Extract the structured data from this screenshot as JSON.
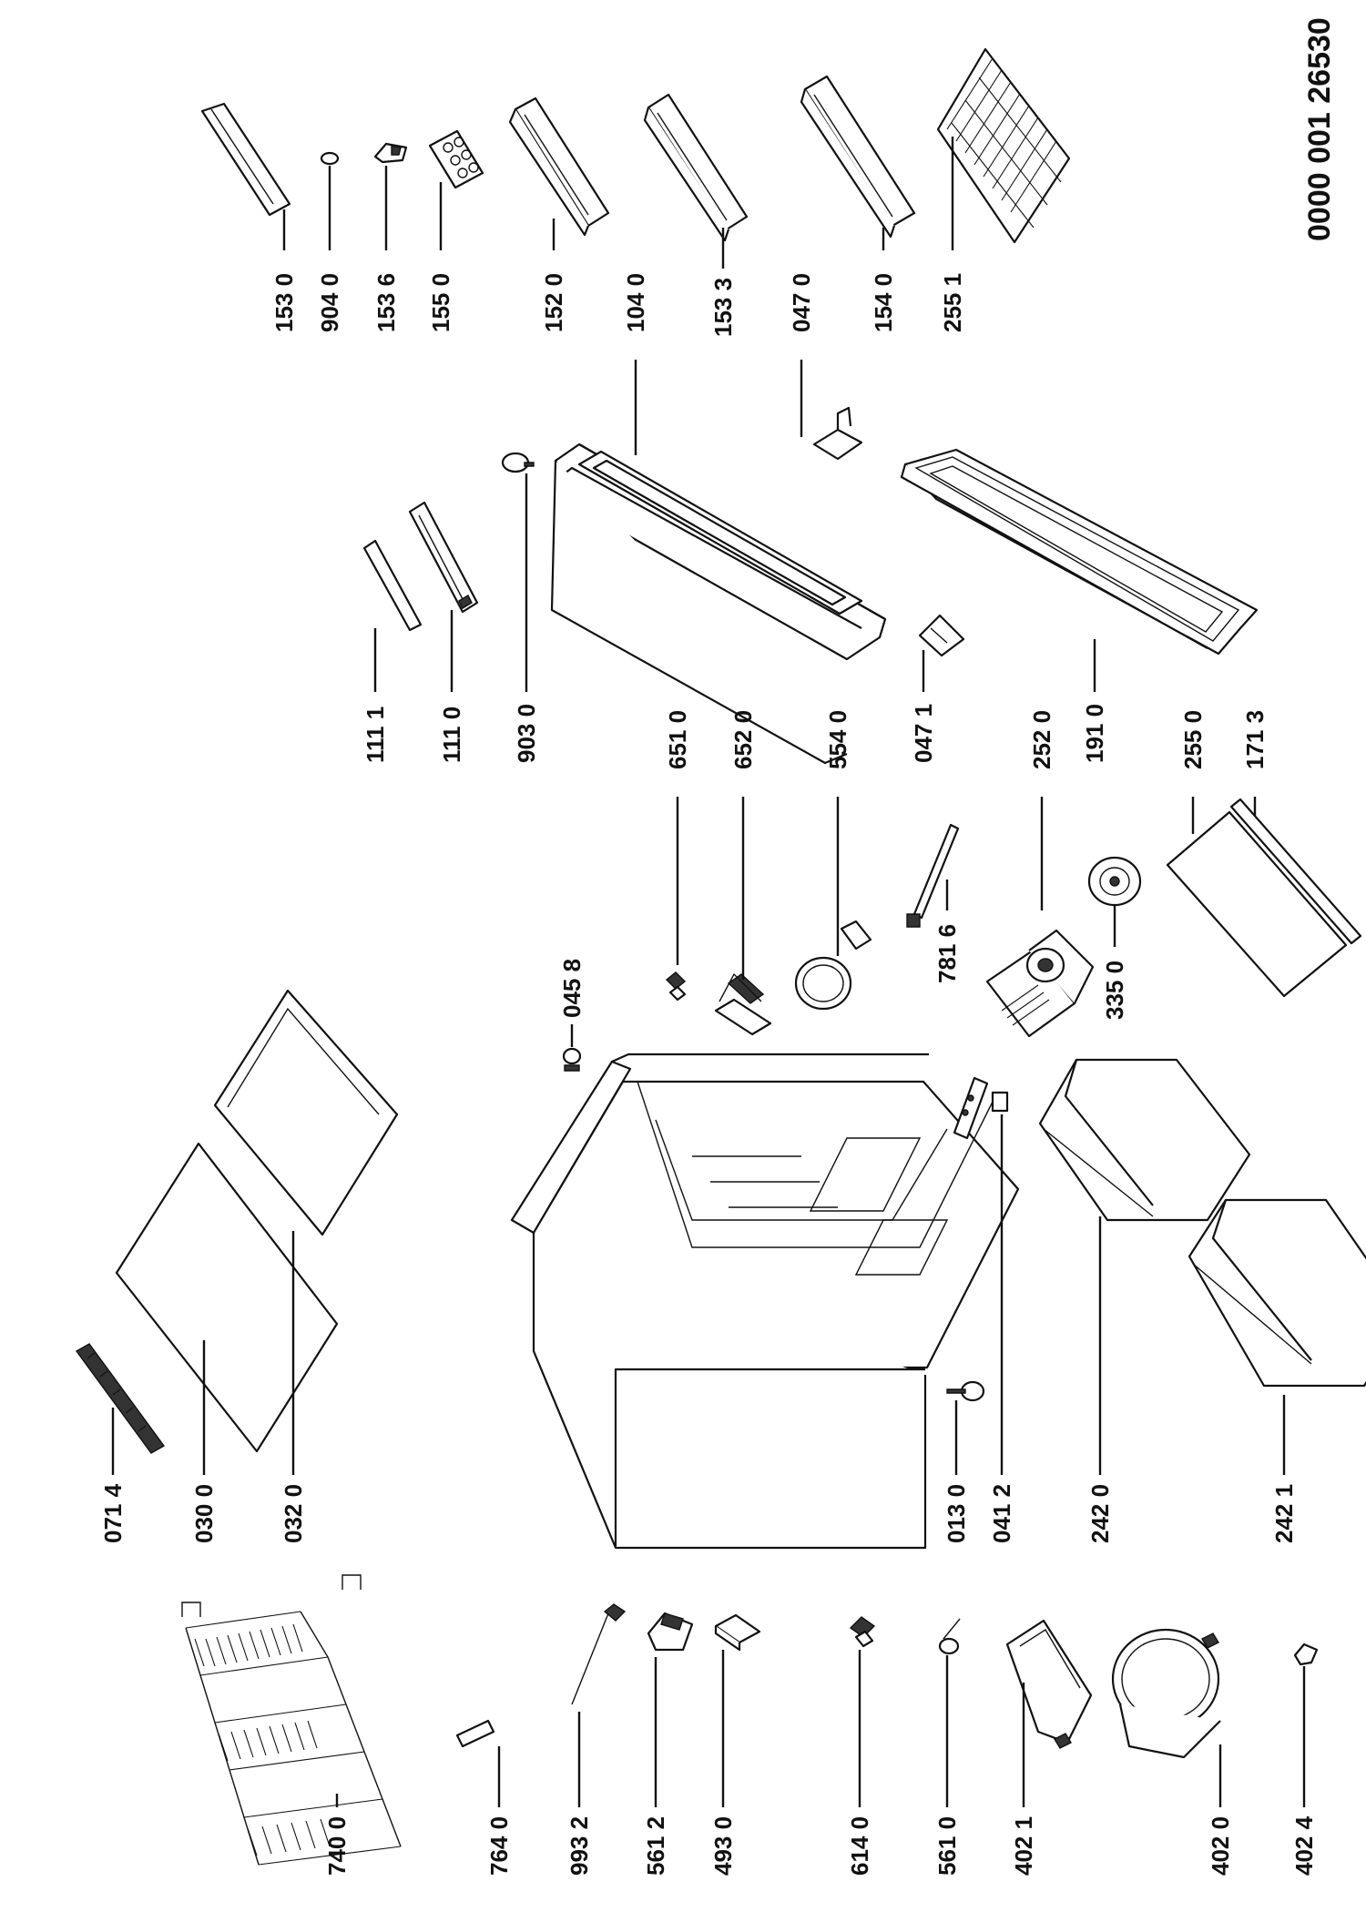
{
  "document": {
    "doc_number": "0000 001 26530"
  },
  "parts": [
    {
      "id": "p1530",
      "label": "153 0",
      "icon": "door-rack-small"
    },
    {
      "id": "p9040",
      "label": "904 0",
      "icon": "washer"
    },
    {
      "id": "p1536",
      "label": "153 6",
      "icon": "clip"
    },
    {
      "id": "p1550",
      "label": "155 0",
      "icon": "egg-tray"
    },
    {
      "id": "p1520",
      "label": "152 0",
      "icon": "door-shelf"
    },
    {
      "id": "p1040",
      "label": "104 0",
      "icon": "door-frame"
    },
    {
      "id": "p1533",
      "label": "153 3",
      "icon": "door-shelf"
    },
    {
      "id": "p0470",
      "label": "047 0",
      "icon": "hinge"
    },
    {
      "id": "p1540",
      "label": "154 0",
      "icon": "door-shelf"
    },
    {
      "id": "p2551",
      "label": "255 1",
      "icon": "wire-shelf"
    },
    {
      "id": "p1111",
      "label": "111 1",
      "icon": "strip"
    },
    {
      "id": "p1110",
      "label": "111 0",
      "icon": "handle"
    },
    {
      "id": "p9030",
      "label": "903 0",
      "icon": "screw"
    },
    {
      "id": "p6510",
      "label": "651 0",
      "icon": "lamp"
    },
    {
      "id": "p6520",
      "label": "652 0",
      "icon": "lamp-holder"
    },
    {
      "id": "p5540",
      "label": "554 0",
      "icon": "thermostat"
    },
    {
      "id": "p0471",
      "label": "047 1",
      "icon": "hinge"
    },
    {
      "id": "p2520",
      "label": "252 0",
      "icon": "housing"
    },
    {
      "id": "p1910",
      "label": "191 0",
      "icon": "door-gasket"
    },
    {
      "id": "p2550",
      "label": "255 0",
      "icon": "glass-shelf"
    },
    {
      "id": "p1713",
      "label": "171 3",
      "icon": "shelf-trim"
    },
    {
      "id": "p0458",
      "label": "045 8",
      "icon": "screw"
    },
    {
      "id": "p7816",
      "label": "781 6",
      "icon": "sensor"
    },
    {
      "id": "p3350",
      "label": "335 0",
      "icon": "knob"
    },
    {
      "id": "p0714",
      "label": "071 4",
      "icon": "vent-grille"
    },
    {
      "id": "p0300",
      "label": "030 0",
      "icon": "worktop"
    },
    {
      "id": "p0320",
      "label": "032 0",
      "icon": "worktop-trim"
    },
    {
      "id": "p0130",
      "label": "013 0",
      "icon": "foot"
    },
    {
      "id": "p0412",
      "label": "041 2",
      "icon": "bracket"
    },
    {
      "id": "p2420",
      "label": "242 0",
      "icon": "crisper"
    },
    {
      "id": "p2421",
      "label": "242 1",
      "icon": "crisper"
    },
    {
      "id": "p7400",
      "label": "740 0",
      "icon": "condenser"
    },
    {
      "id": "p7640",
      "label": "764 0",
      "icon": "drier-filter"
    },
    {
      "id": "p9932",
      "label": "993 2",
      "icon": "cable"
    },
    {
      "id": "p5612",
      "label": "561 2",
      "icon": "relay"
    },
    {
      "id": "p4930",
      "label": "493 0",
      "icon": "cover"
    },
    {
      "id": "p6140",
      "label": "614 0",
      "icon": "starter"
    },
    {
      "id": "p5610",
      "label": "561 0",
      "icon": "overload"
    },
    {
      "id": "p4021",
      "label": "402 1",
      "icon": "compressor-tray"
    },
    {
      "id": "p4020",
      "label": "402 0",
      "icon": "compressor"
    },
    {
      "id": "p4024",
      "label": "402 4",
      "icon": "grommet"
    }
  ]
}
